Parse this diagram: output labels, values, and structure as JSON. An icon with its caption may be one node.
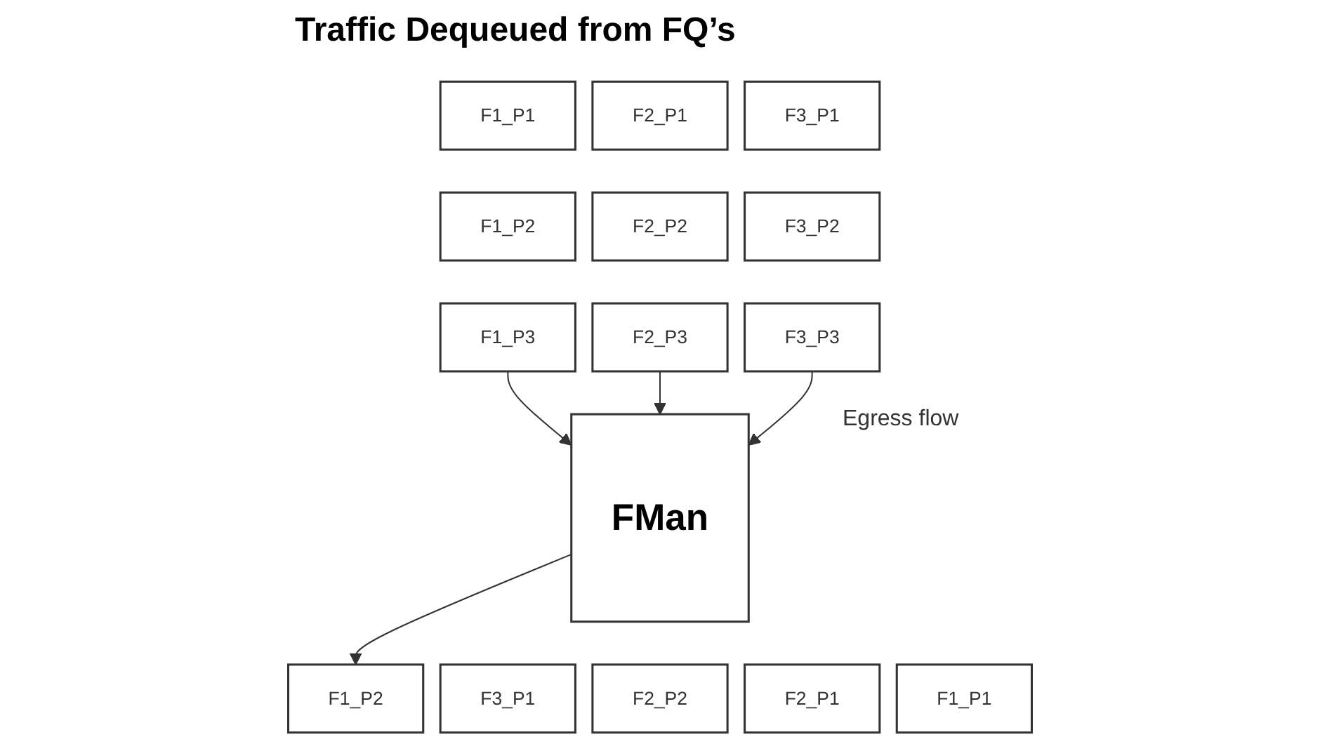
{
  "diagram": {
    "title": "Traffic Dequeued from FQ’s",
    "nodes": [
      {
        "text": [
          "F1_P1"
        ]
      },
      {
        "text": [
          "F1_P2"
        ]
      },
      {
        "text": [
          "F1_P3"
        ]
      },
      {
        "text": [
          "F2_P1"
        ]
      },
      {
        "text": [
          "F2_P2"
        ]
      },
      {
        "text": [
          "F2_P3"
        ]
      },
      {
        "text": [
          "F3_P1"
        ]
      },
      {
        "text": [
          "F3_P2"
        ]
      },
      {
        "text": [
          "F3_P3"
        ]
      },
      {
        "text": [
          "FMan"
        ]
      },
      {
        "text": [
          "F1_P2"
        ]
      },
      {
        "text": [
          "F3_P1"
        ]
      },
      {
        "text": [
          "F2_P2"
        ]
      },
      {
        "text": [
          "F2_P1"
        ]
      },
      {
        "text": [
          "F1_P1"
        ]
      }
    ],
    "edges": [
      {
        "from": 2,
        "to": 9,
        "arrow": "to"
      },
      {
        "from": 5,
        "to": 9,
        "arrow": "to"
      },
      {
        "from": 8,
        "to": 9,
        "arrow": "to"
      },
      {
        "from": 9,
        "to": 10,
        "arrow": "to"
      }
    ],
    "labels": [
      "Egress flow"
    ]
  }
}
